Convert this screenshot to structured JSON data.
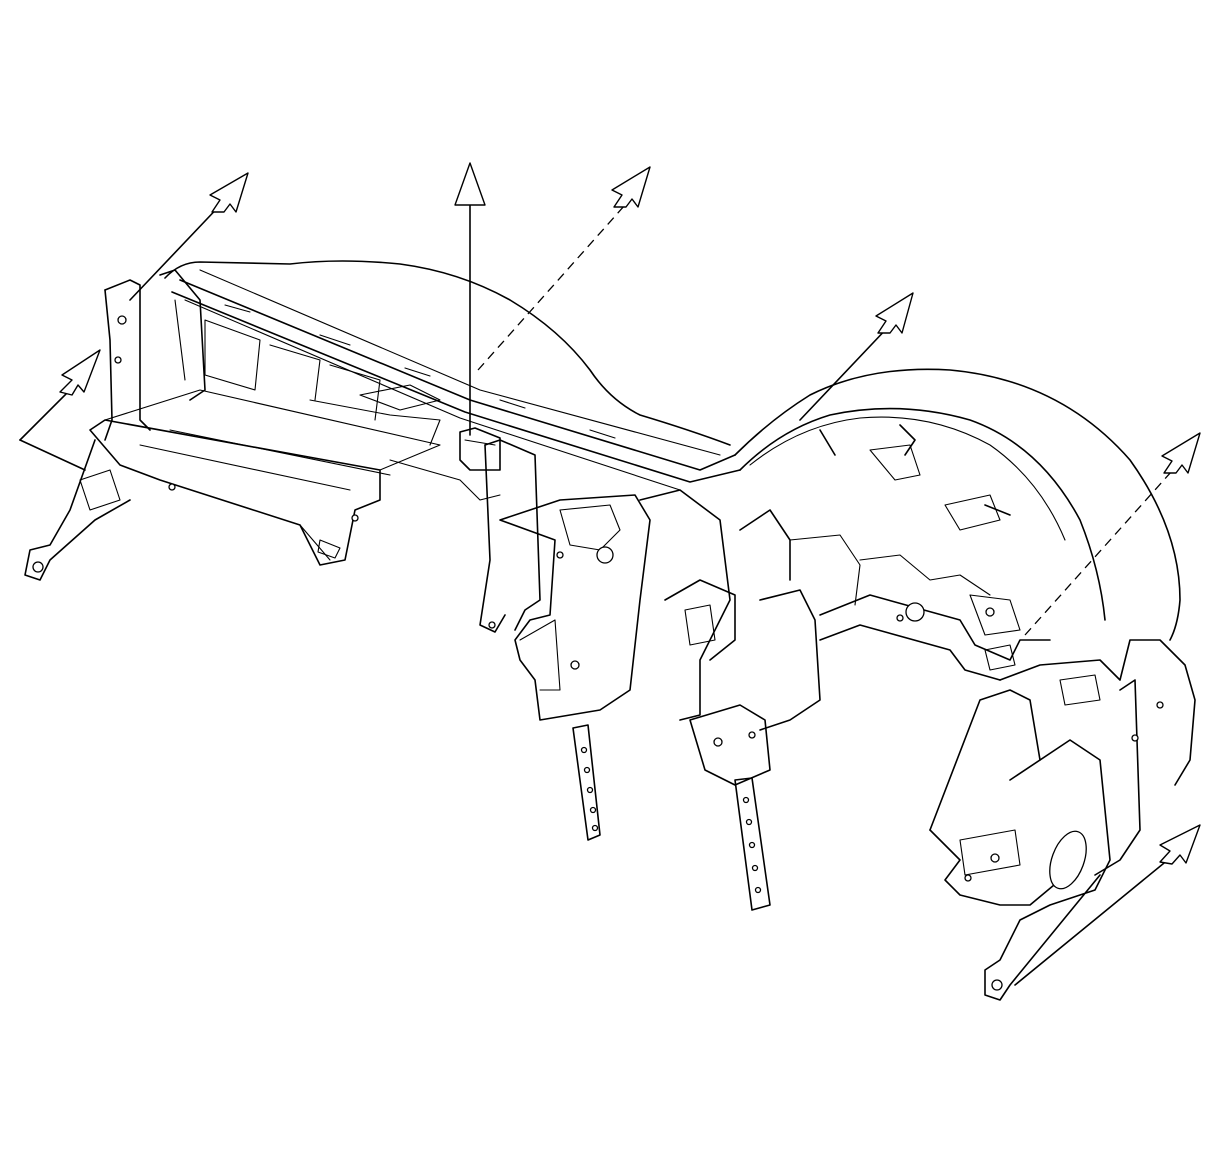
{
  "figure": {
    "background": "#ffffff",
    "line_color": "#000000",
    "subject": "instrument-panel-carrier-assembly",
    "arrows": [
      {
        "id": "arrow-1",
        "style": "solid"
      },
      {
        "id": "arrow-2",
        "style": "solid"
      },
      {
        "id": "arrow-3",
        "style": "solid"
      },
      {
        "id": "arrow-4",
        "style": "dashed"
      },
      {
        "id": "arrow-5",
        "style": "solid"
      },
      {
        "id": "arrow-6",
        "style": "dashed"
      },
      {
        "id": "arrow-7",
        "style": "solid"
      }
    ]
  }
}
